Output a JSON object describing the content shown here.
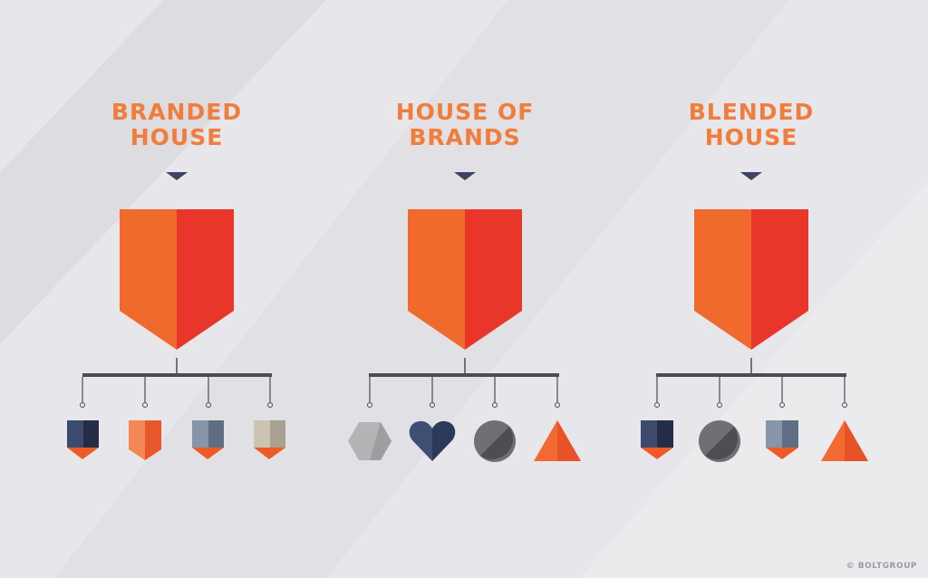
{
  "columns": [
    {
      "title_line1": "BRANDED",
      "title_line2": "HOUSE",
      "children": [
        "shield-navy",
        "shield-orange",
        "shield-slate",
        "shield-beige"
      ]
    },
    {
      "title_line1": "HOUSE OF",
      "title_line2": "BRANDS",
      "children": [
        "hexagon-icon",
        "heart-icon",
        "circle-icon",
        "triangle-icon"
      ]
    },
    {
      "title_line1": "BLENDED",
      "title_line2": "HOUSE",
      "children": [
        "shield-navy",
        "circle-icon",
        "shield-slate",
        "triangle-icon"
      ]
    }
  ],
  "credit": "© BOLTGROUP",
  "colors": {
    "title": "#f07d3c",
    "shield_left": "#ef6a2c",
    "shield_right": "#e8362a",
    "connector": "#4a4c57",
    "navy": "#2f3d5c",
    "slate": "#6f7f93",
    "beige": "#b9b2a2",
    "grey": "#a5a5a8",
    "dark_grey": "#5b5b5f"
  }
}
